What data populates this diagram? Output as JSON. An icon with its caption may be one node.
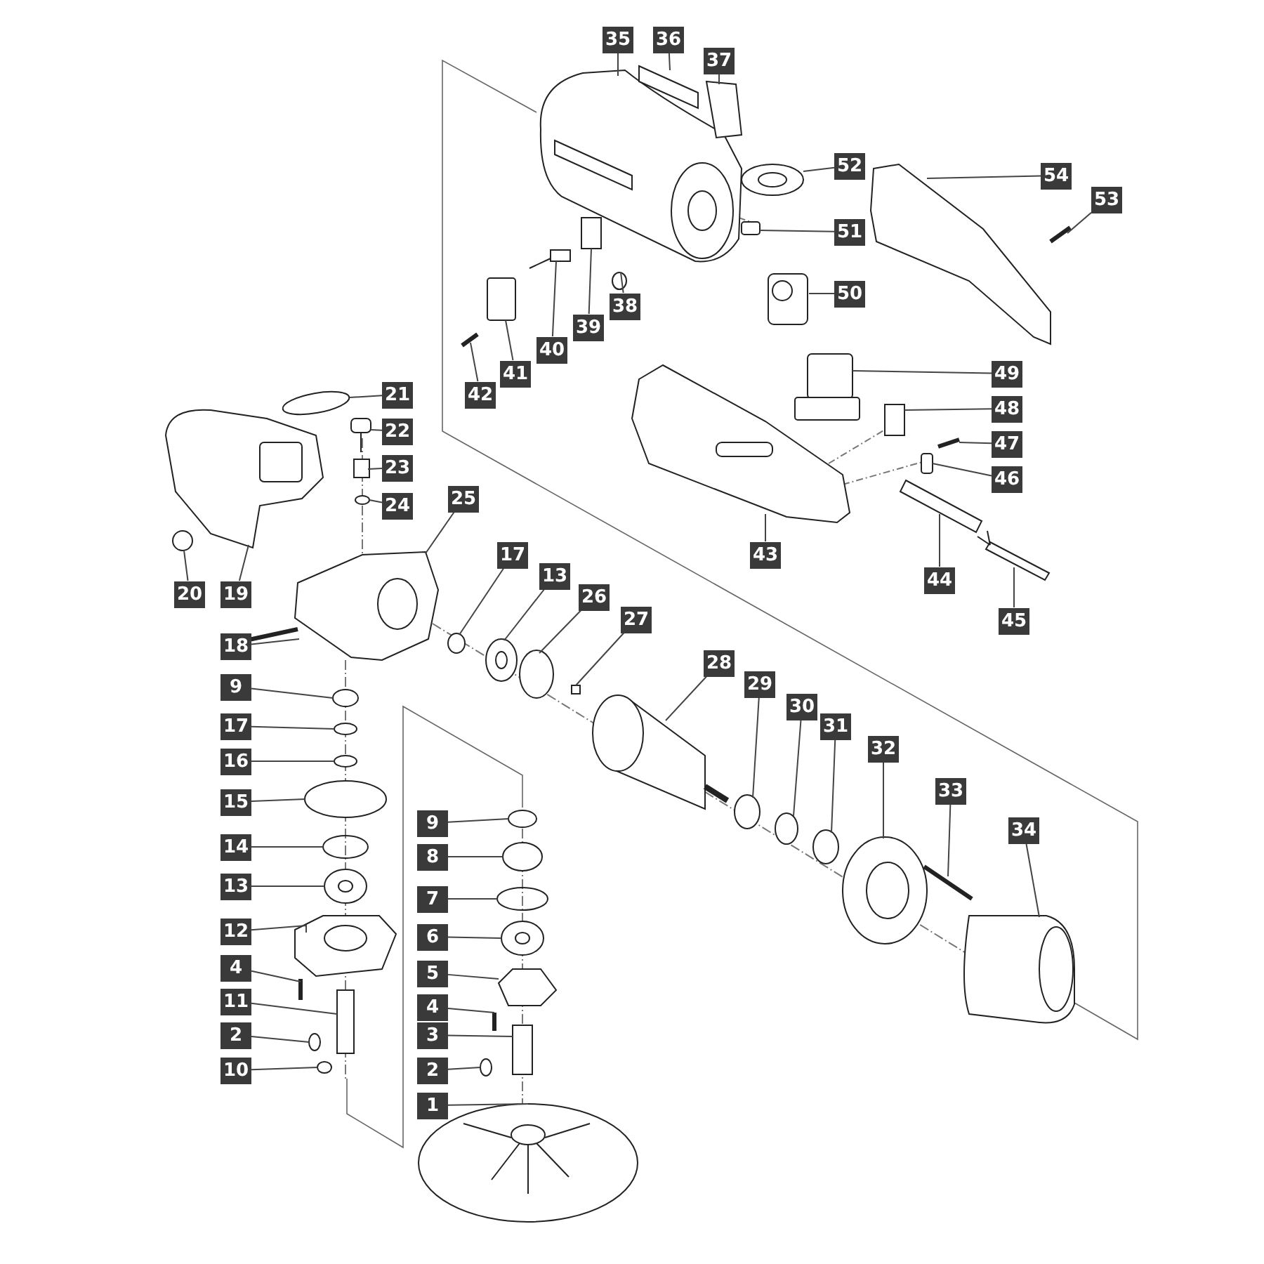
{
  "diagram": {
    "nodes": [
      {
        "text": [
          "35"
        ]
      },
      {
        "text": [
          "36"
        ]
      },
      {
        "text": [
          "37"
        ]
      },
      {
        "text": [
          "52"
        ]
      },
      {
        "text": [
          "54"
        ]
      },
      {
        "text": [
          "53"
        ]
      },
      {
        "text": [
          "51"
        ]
      },
      {
        "text": [
          "50"
        ]
      },
      {
        "text": [
          "38"
        ]
      },
      {
        "text": [
          "39"
        ]
      },
      {
        "text": [
          "40"
        ]
      },
      {
        "text": [
          "49"
        ]
      },
      {
        "text": [
          "41"
        ]
      },
      {
        "text": [
          "21"
        ]
      },
      {
        "text": [
          "42"
        ]
      },
      {
        "text": [
          "48"
        ]
      },
      {
        "text": [
          "22"
        ]
      },
      {
        "text": [
          "47"
        ]
      },
      {
        "text": [
          "23"
        ]
      },
      {
        "text": [
          "46"
        ]
      },
      {
        "text": [
          "25"
        ]
      },
      {
        "text": [
          "24"
        ]
      },
      {
        "text": [
          "17"
        ]
      },
      {
        "text": [
          "43"
        ]
      },
      {
        "text": [
          "13"
        ]
      },
      {
        "text": [
          "44"
        ]
      },
      {
        "text": [
          "20"
        ]
      },
      {
        "text": [
          "19"
        ]
      },
      {
        "text": [
          "26"
        ]
      },
      {
        "text": [
          "27"
        ]
      },
      {
        "text": [
          "45"
        ]
      },
      {
        "text": [
          "18"
        ]
      },
      {
        "text": [
          "28"
        ]
      },
      {
        "text": [
          "29"
        ]
      },
      {
        "text": [
          "9"
        ]
      },
      {
        "text": [
          "30"
        ]
      },
      {
        "text": [
          "17"
        ]
      },
      {
        "text": [
          "31"
        ]
      },
      {
        "text": [
          "32"
        ]
      },
      {
        "text": [
          "16"
        ]
      },
      {
        "text": [
          "33"
        ]
      },
      {
        "text": [
          "15"
        ]
      },
      {
        "text": [
          "9"
        ]
      },
      {
        "text": [
          "34"
        ]
      },
      {
        "text": [
          "14"
        ]
      },
      {
        "text": [
          "8"
        ]
      },
      {
        "text": [
          "13"
        ]
      },
      {
        "text": [
          "7"
        ]
      },
      {
        "text": [
          "12"
        ]
      },
      {
        "text": [
          "6"
        ]
      },
      {
        "text": [
          "4"
        ]
      },
      {
        "text": [
          "5"
        ]
      },
      {
        "text": [
          "11"
        ]
      },
      {
        "text": [
          "4"
        ]
      },
      {
        "text": [
          "2"
        ]
      },
      {
        "text": [
          "3"
        ]
      },
      {
        "text": [
          "10"
        ]
      },
      {
        "text": [
          "2"
        ]
      },
      {
        "text": [
          "1"
        ]
      }
    ],
    "edges": [
      {
        "from": 0,
        "to": null,
        "arrow": "none"
      },
      {
        "from": 1,
        "to": null,
        "arrow": "none"
      },
      {
        "from": 2,
        "to": null,
        "arrow": "none"
      },
      {
        "from": 3,
        "to": null,
        "arrow": "none"
      },
      {
        "from": 4,
        "to": null,
        "arrow": "none"
      },
      {
        "from": 5,
        "to": null,
        "arrow": "none"
      },
      {
        "from": 6,
        "to": null,
        "arrow": "none"
      },
      {
        "from": 7,
        "to": null,
        "arrow": "none"
      },
      {
        "from": 8,
        "to": null,
        "arrow": "none"
      },
      {
        "from": 9,
        "to": null,
        "arrow": "none"
      },
      {
        "from": 10,
        "to": null,
        "arrow": "none"
      },
      {
        "from": 11,
        "to": null,
        "arrow": "none"
      },
      {
        "from": 12,
        "to": null,
        "arrow": "none"
      },
      {
        "from": 13,
        "to": null,
        "arrow": "none"
      },
      {
        "from": 14,
        "to": null,
        "arrow": "none"
      },
      {
        "from": 15,
        "to": null,
        "arrow": "none"
      },
      {
        "from": 16,
        "to": null,
        "arrow": "none"
      },
      {
        "from": 17,
        "to": null,
        "arrow": "none"
      },
      {
        "from": 18,
        "to": null,
        "arrow": "none"
      },
      {
        "from": 19,
        "to": null,
        "arrow": "none"
      },
      {
        "from": 20,
        "to": null,
        "arrow": "none"
      },
      {
        "from": 21,
        "to": null,
        "arrow": "none"
      },
      {
        "from": 22,
        "to": null,
        "arrow": "none"
      },
      {
        "from": 23,
        "to": null,
        "arrow": "none"
      },
      {
        "from": 24,
        "to": null,
        "arrow": "none"
      },
      {
        "from": 25,
        "to": null,
        "arrow": "none"
      },
      {
        "from": 26,
        "to": null,
        "arrow": "none"
      },
      {
        "from": 27,
        "to": null,
        "arrow": "none"
      },
      {
        "from": 28,
        "to": null,
        "arrow": "none"
      },
      {
        "from": 29,
        "to": null,
        "arrow": "none"
      },
      {
        "from": 30,
        "to": null,
        "arrow": "none"
      },
      {
        "from": 31,
        "to": null,
        "arrow": "none"
      },
      {
        "from": 32,
        "to": null,
        "arrow": "none"
      },
      {
        "from": 33,
        "to": null,
        "arrow": "none"
      },
      {
        "from": 34,
        "to": null,
        "arrow": "none"
      },
      {
        "from": 35,
        "to": null,
        "arrow": "none"
      },
      {
        "from": 36,
        "to": null,
        "arrow": "none"
      },
      {
        "from": 37,
        "to": null,
        "arrow": "none"
      },
      {
        "from": 38,
        "to": null,
        "arrow": "none"
      },
      {
        "from": 39,
        "to": null,
        "arrow": "none"
      },
      {
        "from": 40,
        "to": null,
        "arrow": "none"
      },
      {
        "from": 41,
        "to": null,
        "arrow": "none"
      },
      {
        "from": 42,
        "to": null,
        "arrow": "none"
      },
      {
        "from": 43,
        "to": null,
        "arrow": "none"
      },
      {
        "from": 44,
        "to": null,
        "arrow": "none"
      },
      {
        "from": 45,
        "to": null,
        "arrow": "none"
      },
      {
        "from": 46,
        "to": null,
        "arrow": "none"
      },
      {
        "from": 47,
        "to": null,
        "arrow": "none"
      },
      {
        "from": 48,
        "to": null,
        "arrow": "none"
      },
      {
        "from": 49,
        "to": null,
        "arrow": "none"
      },
      {
        "from": 50,
        "to": null,
        "arrow": "none"
      },
      {
        "from": 51,
        "to": null,
        "arrow": "none"
      },
      {
        "from": 52,
        "to": null,
        "arrow": "none"
      },
      {
        "from": 53,
        "to": null,
        "arrow": "none"
      },
      {
        "from": 54,
        "to": null,
        "arrow": "none"
      },
      {
        "from": 55,
        "to": null,
        "arrow": "none"
      },
      {
        "from": 56,
        "to": null,
        "arrow": "none"
      },
      {
        "from": 57,
        "to": null,
        "arrow": "none"
      },
      {
        "from": 58,
        "to": null,
        "arrow": "none"
      }
    ]
  }
}
